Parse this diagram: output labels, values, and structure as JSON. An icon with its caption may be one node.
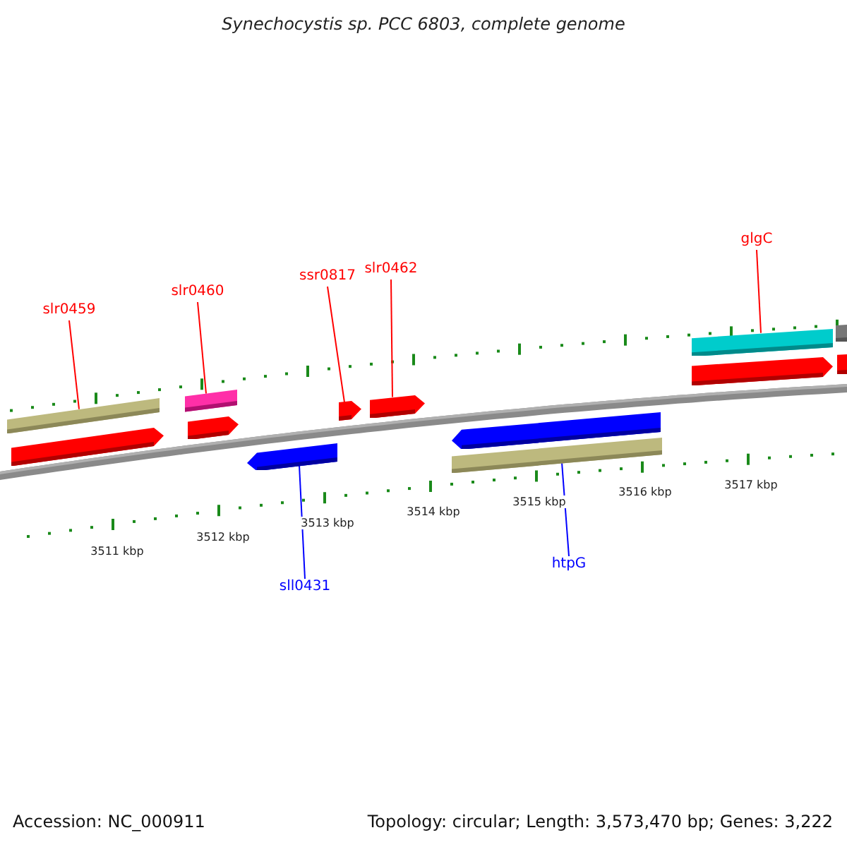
{
  "diagram": {
    "title": "Synechocystis sp. PCC 6803, complete genome",
    "nodes": [
      {
        "text": [
          "slr0459"
        ]
      },
      {
        "text": [
          "slr0460"
        ]
      },
      {
        "text": [
          "ssr0817"
        ]
      },
      {
        "text": [
          "slr0462"
        ]
      },
      {
        "text": [
          "glgC"
        ]
      },
      {
        "text": [
          "sll0431"
        ]
      },
      {
        "text": [
          "htpG"
        ]
      },
      {
        "text": [],
        "shape": "bar"
      },
      {
        "text": [],
        "shape": "pentagon"
      },
      {
        "text": [],
        "shape": "bar"
      },
      {
        "text": [],
        "shape": "pentagon"
      },
      {
        "text": [],
        "shape": "pentagon"
      },
      {
        "text": [],
        "shape": "pentagon"
      },
      {
        "text": [],
        "shape": "pentagon"
      },
      {
        "text": [],
        "shape": "pentagon"
      },
      {
        "text": [],
        "shape": "bar"
      },
      {
        "text": [],
        "shape": "bar"
      },
      {
        "text": [],
        "shape": "pentagon"
      },
      {
        "text": [],
        "shape": "bar"
      },
      {
        "text": [],
        "shape": "bar"
      }
    ],
    "edges": [
      {
        "from": 0,
        "to": 7,
        "arrow": "none"
      },
      {
        "from": 1,
        "to": 9,
        "arrow": "none"
      },
      {
        "from": 2,
        "to": 12,
        "arrow": "none"
      },
      {
        "from": 3,
        "to": 13,
        "arrow": "none"
      },
      {
        "from": 4,
        "to": 16,
        "arrow": "none"
      },
      {
        "from": 5,
        "to": 11,
        "arrow": "none",
        "color": "#0000ff"
      },
      {
        "from": 6,
        "to": 15,
        "arrow": "none",
        "color": "#0000ff"
      }
    ],
    "labels": [
      "3511 kbp",
      "3512 kbp",
      "3513 kbp",
      "3514 kbp",
      "3515 kbp",
      "3516 kbp",
      "3517 kbp",
      "Accession: NC_000911",
      "Topology: circular; Length: 3,573,470 bp; Genes: 3,222"
    ]
  }
}
